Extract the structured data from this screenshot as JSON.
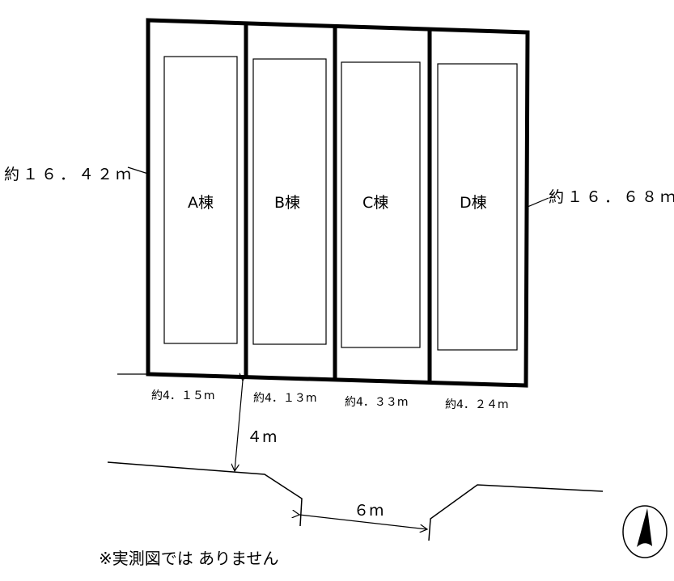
{
  "lot": {
    "buildings": [
      {
        "label": "A棟"
      },
      {
        "label": "B棟"
      },
      {
        "label": "C棟"
      },
      {
        "label": "D棟"
      }
    ],
    "left_depth": "約１６．４２ｍ",
    "right_depth": "約１６．６８ｍ",
    "frontages": [
      "約4．１５m",
      "約4．１３m",
      "約4．３３m",
      "約4．２４m"
    ]
  },
  "road": {
    "setback": "４m",
    "width": "６m"
  },
  "note": "※実測図では ありません",
  "north_arrow": {
    "icon": "north-arrow-icon"
  }
}
